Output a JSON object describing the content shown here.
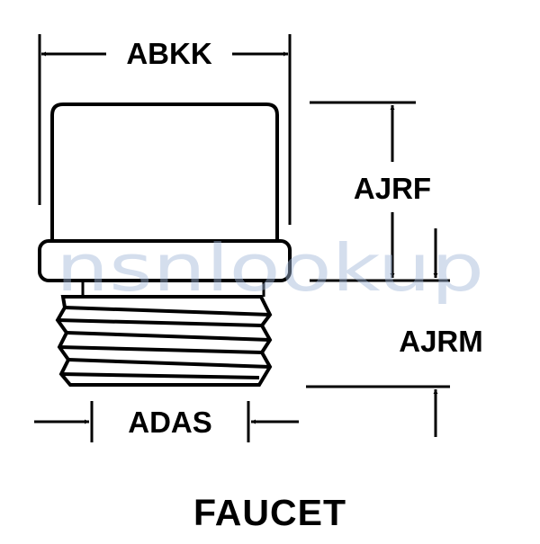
{
  "diagram": {
    "part_name": "FAUCET",
    "dimensions": {
      "overall_width": "ABKK",
      "cap_height": "AJRF",
      "thread_length": "AJRM",
      "thread_diameter": "ADAS"
    },
    "watermark": "nsnlookup"
  },
  "colors": {
    "line": "#000000",
    "watermark": "#9fb6d6"
  }
}
